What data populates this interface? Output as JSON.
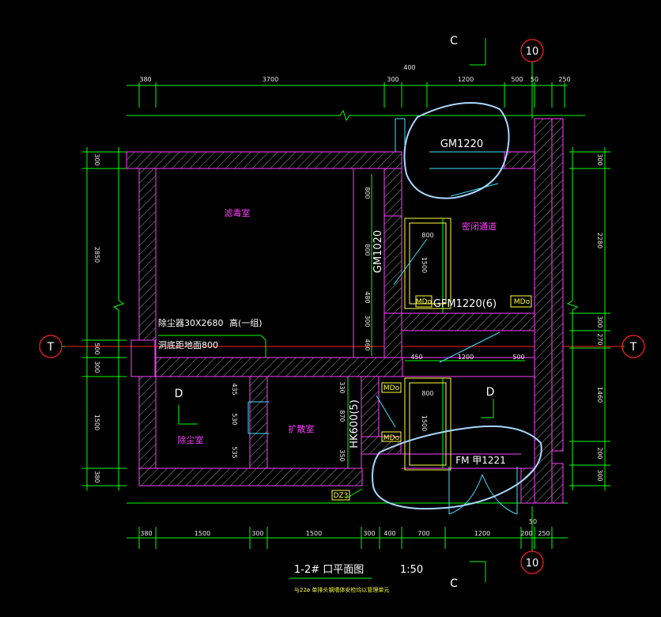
{
  "drawing": {
    "title": "1-2# 口平面图",
    "scale": "1:50",
    "subtitle": "与22ø 单排头钢墙体安检均以管理单元"
  },
  "axes": {
    "top_axis": "10",
    "bottom_axis": "10",
    "left_axis": "T",
    "right_axis": "T",
    "section_top": "C",
    "section_bottom": "C",
    "section_d1": "D",
    "section_d2": "D"
  },
  "rooms": {
    "filter_room": "滤毒室",
    "airlock": "密闭通道",
    "dust_room": "除尘室",
    "expansion_room": "扩散室"
  },
  "labels": {
    "gm1220": "GM1220",
    "gm1020": "GM1020",
    "gfm1220": "GFM1220(6)",
    "hk600": "HK600(5)",
    "fm1221": "FM 甲1221",
    "mdo": "MDo",
    "dz3": "DZ3",
    "dust_collector": "除尘器30X2680",
    "height_note": "高(一组)",
    "hole_note": "洞底距地面800"
  },
  "dims_top": [
    "380",
    "3700",
    "300",
    "400",
    "1200",
    "500",
    "50",
    "250"
  ],
  "dims_bottom": [
    "380",
    "1500",
    "300",
    "1500",
    "300",
    "400",
    "700",
    "1200",
    "200",
    "250",
    "50"
  ],
  "dims_left": [
    "300",
    "2850",
    "500",
    "300",
    "1500",
    "380"
  ],
  "dims_right": [
    "300",
    "2280",
    "300",
    "270",
    "1460",
    "200",
    "300"
  ],
  "dims_inner": {
    "d800a": "800",
    "d800b": "800",
    "d800c": "800",
    "d800d": "800",
    "d1500a": "1500",
    "d1500b": "1500",
    "d480": "480",
    "d300a": "300",
    "d460": "460",
    "d450": "450",
    "d1200": "1200",
    "d500": "500",
    "d435": "435",
    "d530": "530",
    "d535": "535",
    "d330": "330",
    "d870": "870",
    "d350": "350"
  },
  "colors": {
    "wall": "#ff40ff",
    "dimension": "#00ff00",
    "axis_line": "#ff2020",
    "door": "#ffff40",
    "annotation": "#a8d8ff",
    "hatch": "#c0c0c0"
  }
}
